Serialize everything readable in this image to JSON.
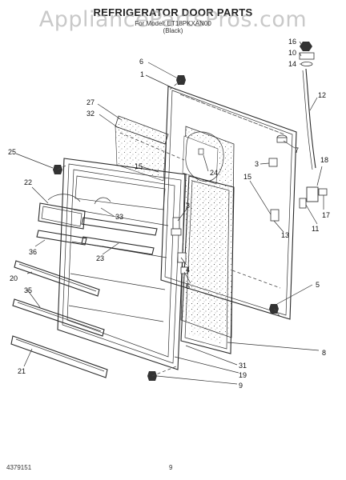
{
  "header": {
    "title": "REFRIGERATOR DOOR PARTS",
    "watermark": "AppliancePartsPros.com",
    "subtitle_line1": "For Model: ET18PKXAN00",
    "subtitle_line2": "(Black)"
  },
  "footer": {
    "doc_number": "4379151",
    "page_number": "9"
  },
  "callouts": [
    {
      "id": "c16",
      "label": "16"
    },
    {
      "id": "c10",
      "label": "10"
    },
    {
      "id": "c14",
      "label": "14"
    },
    {
      "id": "c6",
      "label": "6"
    },
    {
      "id": "c1",
      "label": "1"
    },
    {
      "id": "c12",
      "label": "12"
    },
    {
      "id": "c27",
      "label": "27"
    },
    {
      "id": "c32",
      "label": "32"
    },
    {
      "id": "c7",
      "label": "7"
    },
    {
      "id": "c25",
      "label": "25"
    },
    {
      "id": "c3a",
      "label": "3"
    },
    {
      "id": "c15a",
      "label": "15"
    },
    {
      "id": "c24",
      "label": "24"
    },
    {
      "id": "c18",
      "label": "18"
    },
    {
      "id": "c15b",
      "label": "15"
    },
    {
      "id": "c22",
      "label": "22"
    },
    {
      "id": "c3b",
      "label": "3"
    },
    {
      "id": "c33",
      "label": "33"
    },
    {
      "id": "c17",
      "label": "17"
    },
    {
      "id": "c13",
      "label": "13"
    },
    {
      "id": "c11",
      "label": "11"
    },
    {
      "id": "c23",
      "label": "23"
    },
    {
      "id": "c36",
      "label": "36"
    },
    {
      "id": "c4",
      "label": "4"
    },
    {
      "id": "c5a",
      "label": "5"
    },
    {
      "id": "c20",
      "label": "20"
    },
    {
      "id": "c35",
      "label": "35"
    },
    {
      "id": "c5b",
      "label": "5"
    },
    {
      "id": "c8",
      "label": "8"
    },
    {
      "id": "c21",
      "label": "21"
    },
    {
      "id": "c31",
      "label": "31"
    },
    {
      "id": "c19",
      "label": "19"
    },
    {
      "id": "c9",
      "label": "9"
    }
  ]
}
